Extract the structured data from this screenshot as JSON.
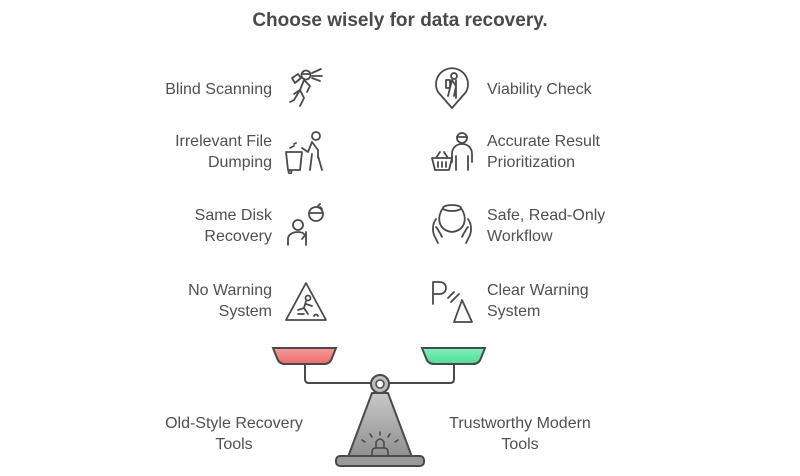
{
  "title": "Choose wisely for data recovery.",
  "left_side": {
    "label": "Old-Style Recovery Tools",
    "label_lines": [
      "Old-Style Recovery",
      "Tools"
    ],
    "pan_color": "#f07a7a",
    "items": [
      {
        "lines": [
          "Blind Scanning"
        ],
        "icon": "hiker-with-headlamp-icon"
      },
      {
        "lines": [
          "Irrelevant File",
          "Dumping"
        ],
        "icon": "person-dumping-trash-icon"
      },
      {
        "lines": [
          "Same Disk",
          "Recovery"
        ],
        "icon": "person-with-refresh-icon"
      },
      {
        "lines": [
          "No Warning",
          "System"
        ],
        "icon": "slippery-warning-sign-icon"
      }
    ]
  },
  "right_side": {
    "label": "Trustworthy Modern Tools",
    "label_lines": [
      "Trustworthy Modern",
      "Tools"
    ],
    "pan_color": "#5fe3a1",
    "items": [
      {
        "lines": [
          "Viability Check"
        ],
        "icon": "location-pin-hiker-icon"
      },
      {
        "lines": [
          "Accurate Result",
          "Prioritization"
        ],
        "icon": "shopper-with-basket-icon"
      },
      {
        "lines": [
          "Safe, Read-Only",
          "Workflow"
        ],
        "icon": "hands-holding-vase-icon"
      },
      {
        "lines": [
          "Clear Warning",
          "System"
        ],
        "icon": "parking-sensor-cone-icon"
      }
    ]
  },
  "colors": {
    "stroke": "#4a4a4a",
    "scale_body": "#9e9e9e",
    "left_pan": "#f07a7a",
    "right_pan": "#5fe3a1"
  }
}
